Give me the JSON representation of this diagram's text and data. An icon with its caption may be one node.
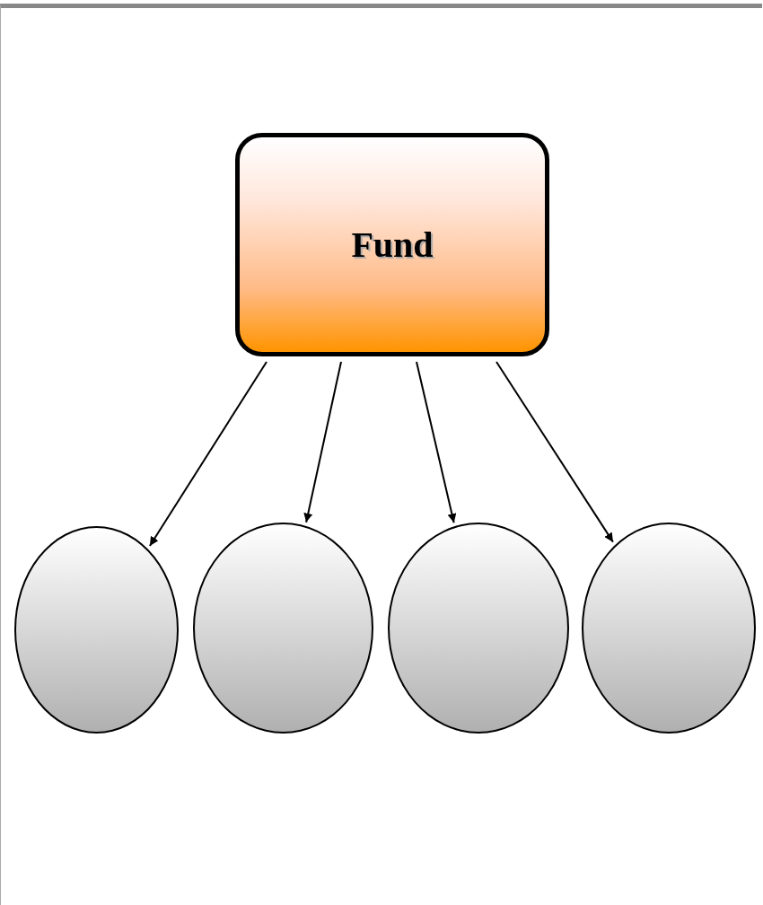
{
  "diagram": {
    "nodes": [
      {
        "text": [
          "Fund"
        ]
      },
      {
        "text": [],
        "shape": "circle"
      },
      {
        "text": [],
        "shape": "circle"
      },
      {
        "text": [],
        "shape": "circle"
      },
      {
        "text": [],
        "shape": "circle"
      }
    ],
    "edges": [
      {
        "from": 0,
        "to": 1,
        "arrow": "to"
      },
      {
        "from": 0,
        "to": 2,
        "arrow": "to"
      },
      {
        "from": 0,
        "to": 3,
        "arrow": "to"
      },
      {
        "from": 0,
        "to": 4,
        "arrow": "to"
      }
    ]
  }
}
